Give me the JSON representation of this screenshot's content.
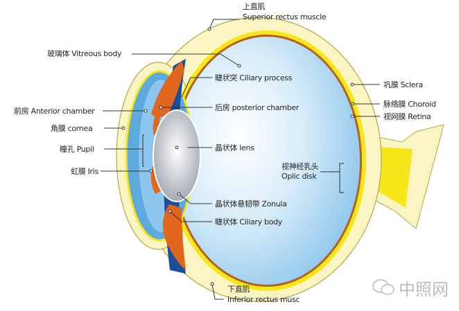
{
  "labels": {
    "superior_rectus_cn": "上直肌",
    "superior_rectus_en": "Superior rectus muscle",
    "vitreous": "玻璃体 Vitreous body",
    "ciliary_process": "睫状突  Ciliary process",
    "posterior_chamber": "后房 posterior chamber",
    "anterior_chamber": "前房 Anterior chamber",
    "cornea": "角膜 cornea",
    "pupil": "瞳孔 Pupil",
    "lens": "晶状体 lens",
    "iris": "虹膜 Iris",
    "zonula": "晶状体悬韧带 Zonula",
    "ciliary_body": "睫状体 Ciliary body",
    "sclera": "巩膜 Sclera",
    "choroid": "脉络膜 Choroid",
    "retina": "视网膜 Retina",
    "optic_disk_cn": "视神经乳头",
    "optic_disk_en": "Oplic disk",
    "inferior_rectus_cn": "下直肌",
    "inferior_rectus_en": "Inferior rectus musc"
  },
  "watermark": "中照网",
  "colors": {
    "sclera": "#fbf5c4",
    "yellow_layer": "#f6e61a",
    "choroid": "#b5601c",
    "vitreous": "#bfe0f5",
    "cornea": "#5ea9de",
    "ciliary": "#e0661e",
    "dark_blue": "#1c4d9c",
    "lens": "#c9ccd2"
  }
}
